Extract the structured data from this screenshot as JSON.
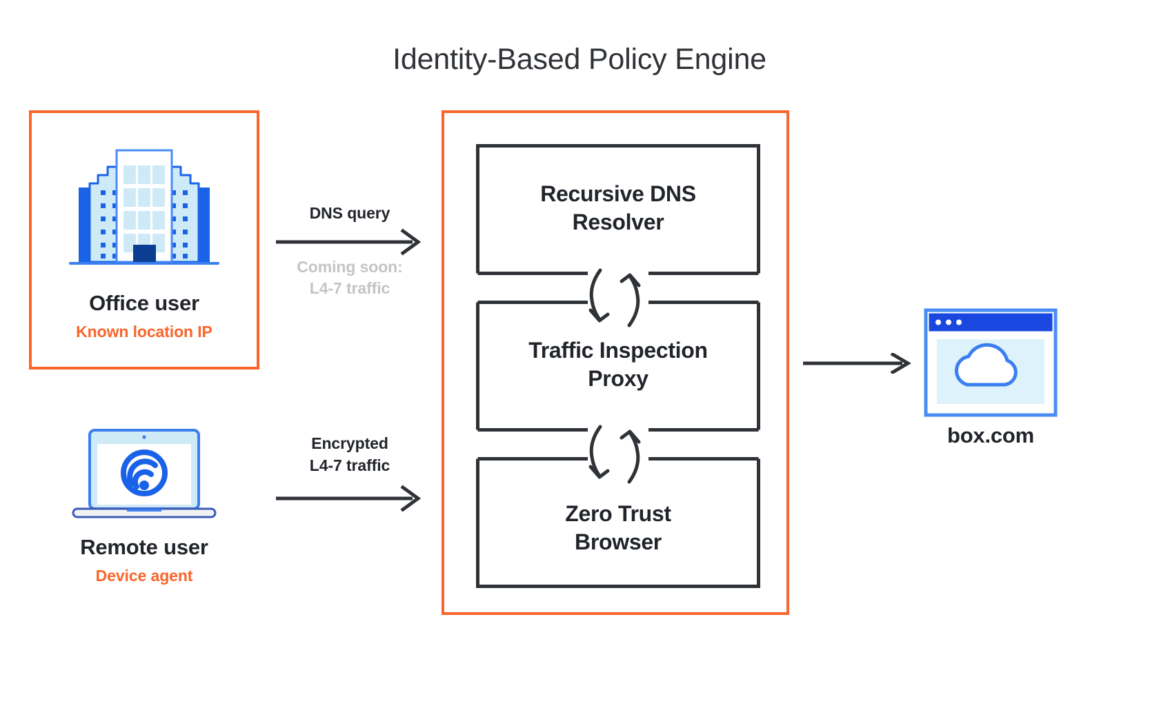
{
  "diagram": {
    "title": "Identity-Based Policy Engine",
    "colors": {
      "accent_orange": "#f9652b",
      "dark_text": "#21242a",
      "muted_gray": "#c2c4c6",
      "icon_blue": "#1a62e8",
      "icon_blue_light": "#cfeaf7",
      "icon_blue_dark": "#0b3d91",
      "line_dark": "#2f3236"
    }
  },
  "sources": {
    "office": {
      "title": "Office user",
      "subtitle": "Known location IP",
      "icon": "office-building-icon"
    },
    "remote": {
      "title": "Remote user",
      "subtitle": "Device agent",
      "icon": "laptop-wifi-icon"
    }
  },
  "connections": {
    "dns": {
      "label": "DNS query",
      "note_line1": "Coming soon:",
      "note_line2": "L4-7 traffic"
    },
    "encrypted": {
      "label_line1": "Encrypted",
      "label_line2": "L4-7 traffic"
    }
  },
  "engine": {
    "boxes": [
      {
        "line1": "Recursive DNS",
        "line2": "Resolver"
      },
      {
        "line1": "Traffic Inspection",
        "line2": "Proxy"
      },
      {
        "line1": "Zero Trust",
        "line2": "Browser"
      }
    ]
  },
  "destination": {
    "title": "box.com",
    "icon": "browser-cloud-icon"
  }
}
